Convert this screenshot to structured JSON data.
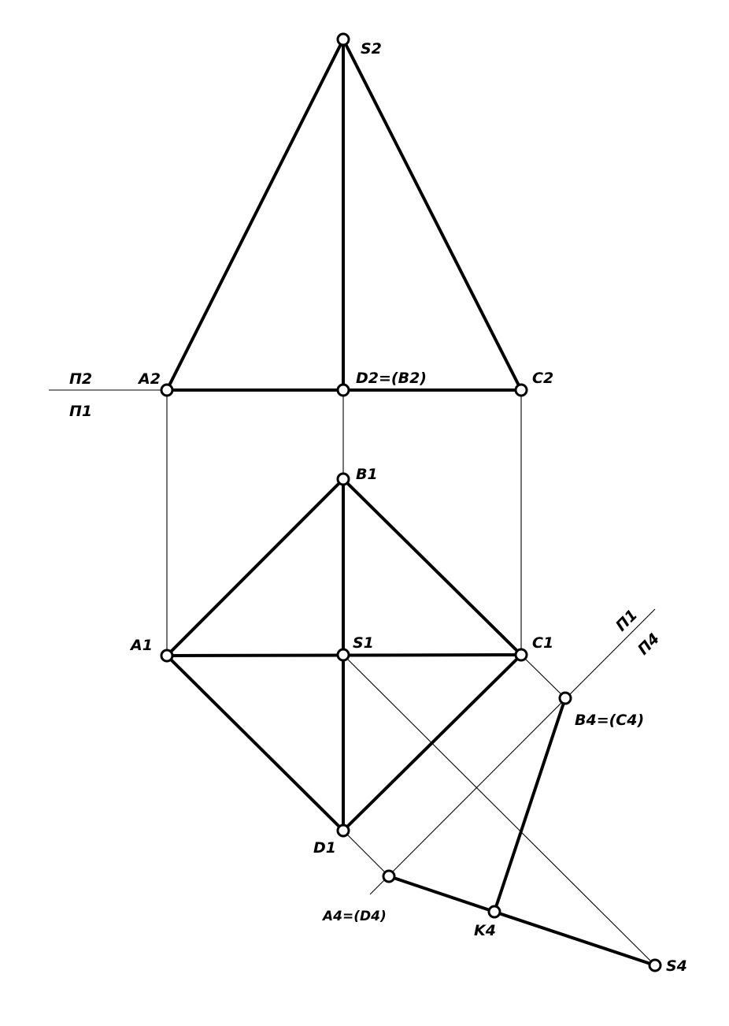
{
  "labels": {
    "S2": "S2",
    "A2": "A2",
    "D2B2": "D2=(B2)",
    "C2": "C2",
    "B1": "B1",
    "A1": "A1",
    "S1": "S1",
    "C1": "C1",
    "D1": "D1",
    "B4C4": "B4=(C4)",
    "A4D4": "A4=(D4)",
    "K4": "K4",
    "S4": "S4"
  },
  "axes": {
    "pi2": "П2",
    "pi1": "П1",
    "pi1_right": "П1",
    "pi4": "П4"
  }
}
